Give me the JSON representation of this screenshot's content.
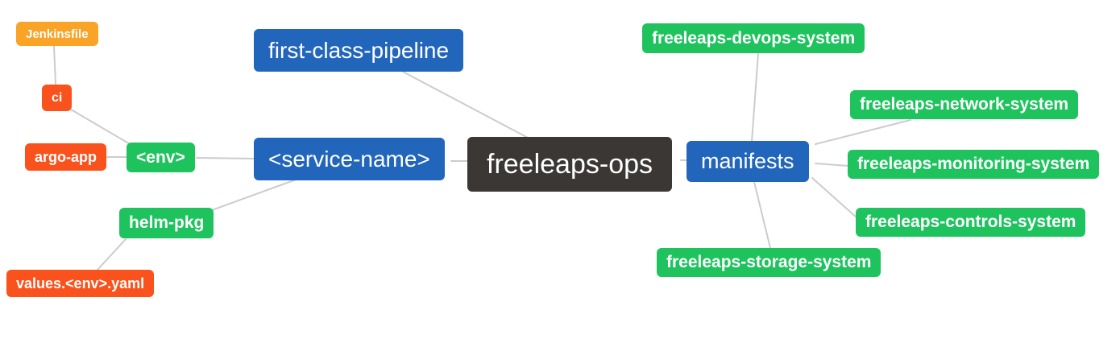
{
  "diagram": {
    "type": "mindmap",
    "root": "freeleaps-ops",
    "colors": {
      "blue": "#2266bb",
      "green": "#1fc35e",
      "red": "#fa521d",
      "amber": "#f9a327",
      "dark": "#3a3735",
      "edge": "#cccccc",
      "background": "#ffffff"
    },
    "nodes": {
      "jenkinsfile": {
        "label": "Jenkinsfile"
      },
      "ci": {
        "label": "ci"
      },
      "argo_app": {
        "label": "argo-app"
      },
      "env": {
        "label": "<env>"
      },
      "helm_pkg": {
        "label": "helm-pkg"
      },
      "values_env_yaml": {
        "label": "values.<env>.yaml"
      },
      "first_class_pipeline": {
        "label": "first-class-pipeline"
      },
      "service_name": {
        "label": "<service-name>"
      },
      "freeleaps_ops": {
        "label": "freeleaps-ops"
      },
      "manifests": {
        "label": "manifests"
      },
      "devops_system": {
        "label": "freeleaps-devops-system"
      },
      "network_system": {
        "label": "freeleaps-network-system"
      },
      "monitoring_system": {
        "label": "freeleaps-monitoring-system"
      },
      "controls_system": {
        "label": "freeleaps-controls-system"
      },
      "storage_system": {
        "label": "freeleaps-storage-system"
      }
    },
    "edges": [
      [
        "jenkinsfile",
        "ci"
      ],
      [
        "ci",
        "env"
      ],
      [
        "argo_app",
        "env"
      ],
      [
        "env",
        "service_name"
      ],
      [
        "helm_pkg",
        "service_name"
      ],
      [
        "values_env_yaml",
        "helm_pkg"
      ],
      [
        "first_class_pipeline",
        "freeleaps_ops"
      ],
      [
        "service_name",
        "freeleaps_ops"
      ],
      [
        "freeleaps_ops",
        "manifests"
      ],
      [
        "manifests",
        "devops_system"
      ],
      [
        "manifests",
        "network_system"
      ],
      [
        "manifests",
        "monitoring_system"
      ],
      [
        "manifests",
        "controls_system"
      ],
      [
        "manifests",
        "storage_system"
      ]
    ]
  }
}
